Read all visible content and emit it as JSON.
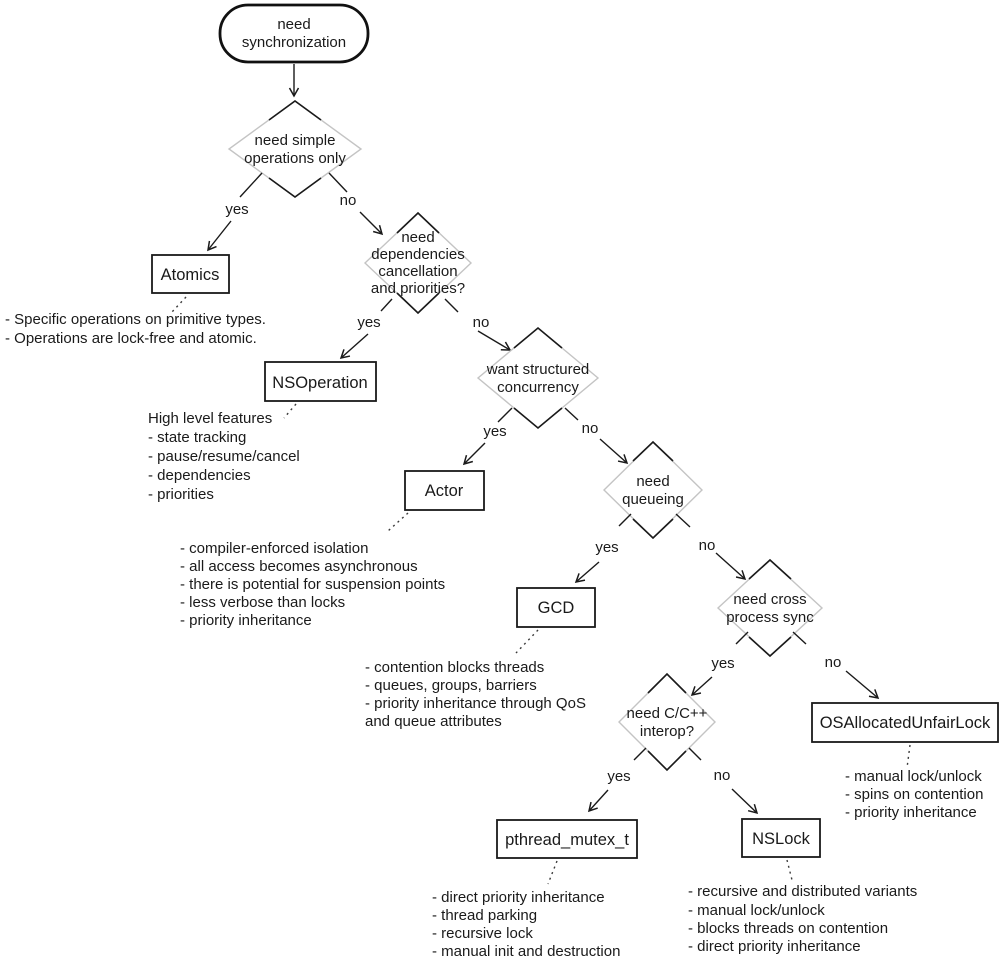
{
  "colors": {
    "ink": "#1a1a1a",
    "diamond_stroke": "#c4c4c4",
    "background": "#ffffff"
  },
  "start": {
    "lines": [
      "need",
      "synchronization"
    ]
  },
  "decisions": {
    "simple_ops": {
      "lines": [
        "need simple",
        "operations only"
      ]
    },
    "dependencies": {
      "lines": [
        "need",
        "dependencies",
        "cancellation",
        "and priorities?"
      ]
    },
    "structured": {
      "lines": [
        "want structured",
        "concurrency"
      ]
    },
    "queueing": {
      "lines": [
        "need",
        "queueing"
      ]
    },
    "cross_process": {
      "lines": [
        "need cross",
        "process sync"
      ]
    },
    "interop": {
      "lines": [
        "need C/C++",
        "interop?"
      ]
    }
  },
  "results": {
    "atomics": "Atomics",
    "nsoperation": "NSOperation",
    "actor": "Actor",
    "gcd": "GCD",
    "osallocatedunfairlock": "OSAllocatedUnfairLock",
    "pthread_mutex": "pthread_mutex_t",
    "nslock": "NSLock"
  },
  "edge_labels": {
    "yes": "yes",
    "no": "no"
  },
  "notes": {
    "atomics": [
      "- Specific operations on primitive types.",
      "- Operations are lock-free and atomic."
    ],
    "nsoperation": [
      "High level features",
      "- state tracking",
      "- pause/resume/cancel",
      "- dependencies",
      "- priorities"
    ],
    "actor": [
      "- compiler-enforced isolation",
      "- all access becomes asynchronous",
      "- there is potential for suspension points",
      "- less verbose than locks",
      "- priority inheritance"
    ],
    "gcd": [
      "- contention blocks threads",
      "- queues, groups, barriers",
      "- priority inheritance through QoS",
      "and queue attributes"
    ],
    "osallocatedunfairlock": [
      "- manual lock/unlock",
      "- spins on contention",
      "- priority inheritance"
    ],
    "pthread_mutex": [
      "- direct priority inheritance",
      "- thread parking",
      "- recursive lock",
      "- manual init and destruction"
    ],
    "nslock": [
      "- recursive and distributed variants",
      "- manual lock/unlock",
      "- blocks threads on contention",
      "- direct priority inheritance"
    ]
  }
}
